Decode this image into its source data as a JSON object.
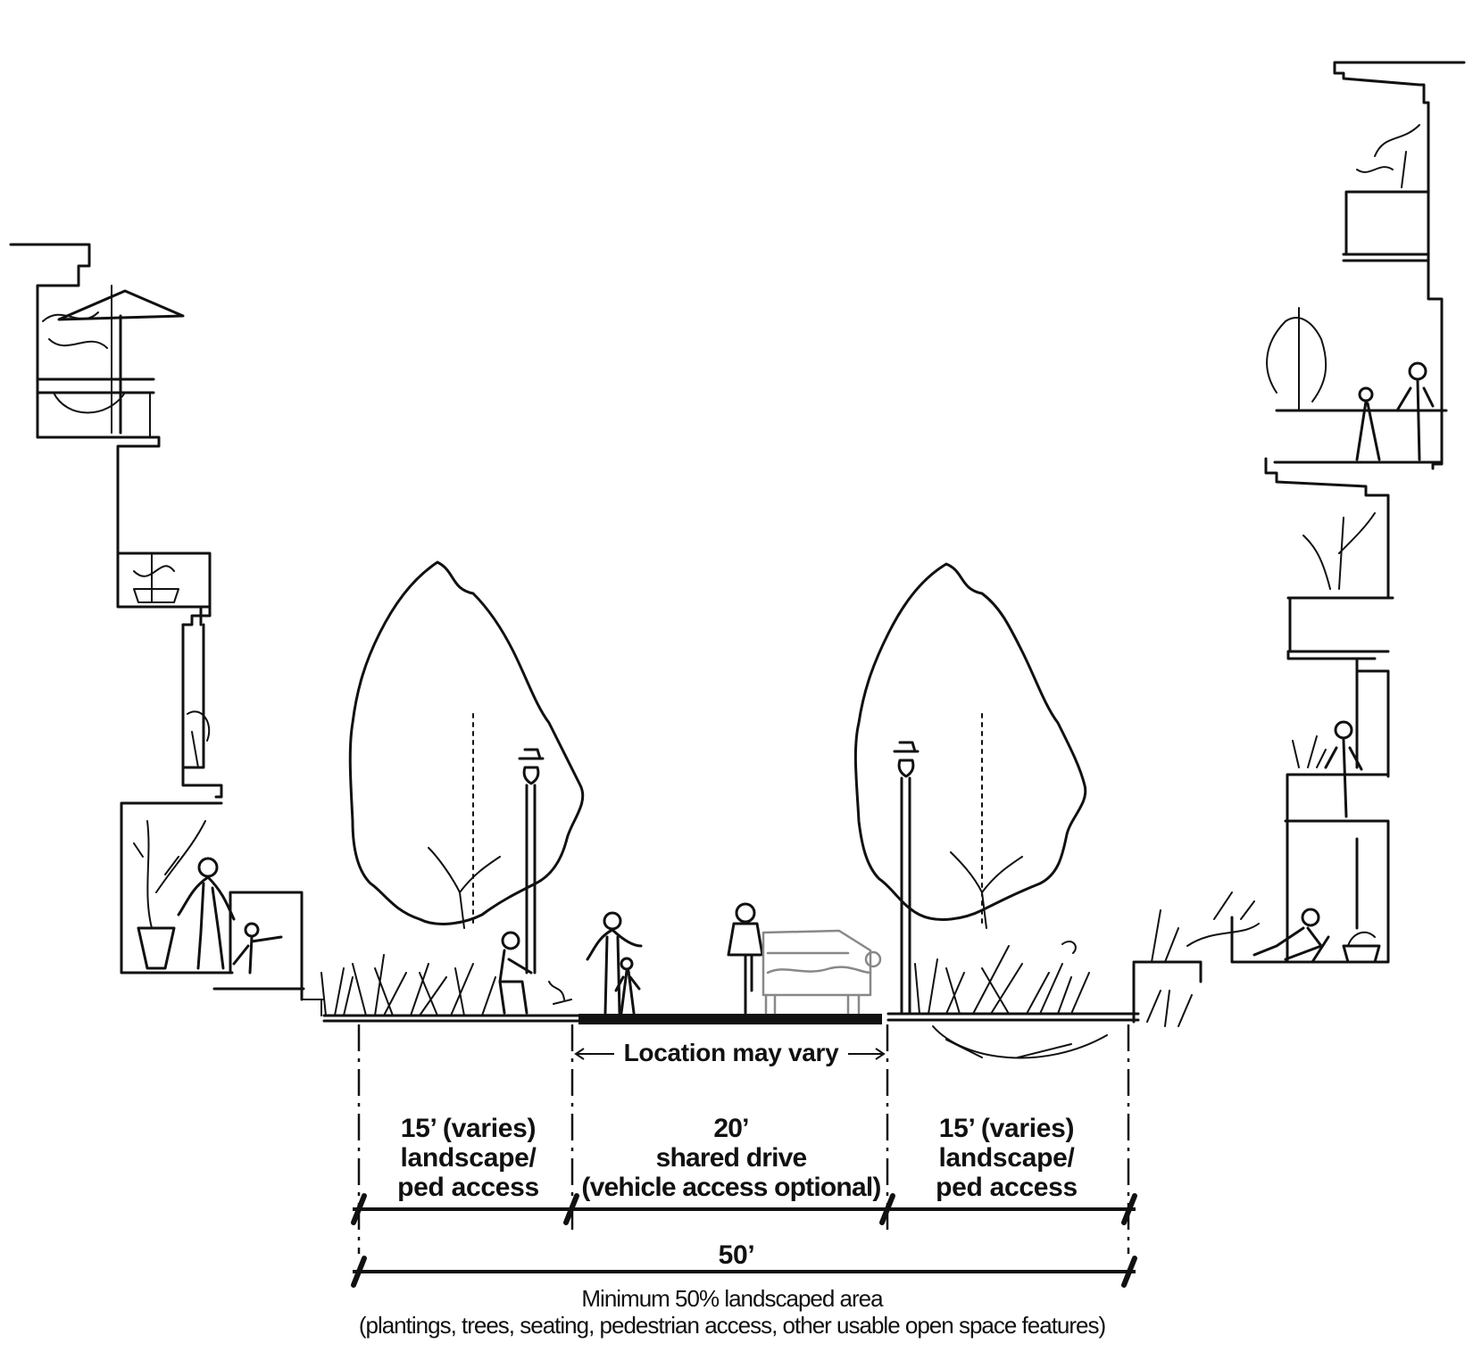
{
  "diagram": {
    "title": "Shared drive street section",
    "location_note": "Location may vary",
    "zones": [
      {
        "width": "15’ (varies)",
        "line1": "landscape/",
        "line2": "ped access"
      },
      {
        "width": "20’",
        "line1": "shared drive",
        "line2": "(vehicle access optional)"
      },
      {
        "width": "15’ (varies)",
        "line1": "landscape/",
        "line2": "ped access"
      }
    ],
    "total_width": "50’",
    "footnote_line1": "Minimum 50% landscaped area",
    "footnote_line2": "(plantings, trees, seating, pedestrian access, other usable open space features)",
    "colors": {
      "ink": "#111111",
      "car": "#888888",
      "background": "#ffffff"
    }
  }
}
